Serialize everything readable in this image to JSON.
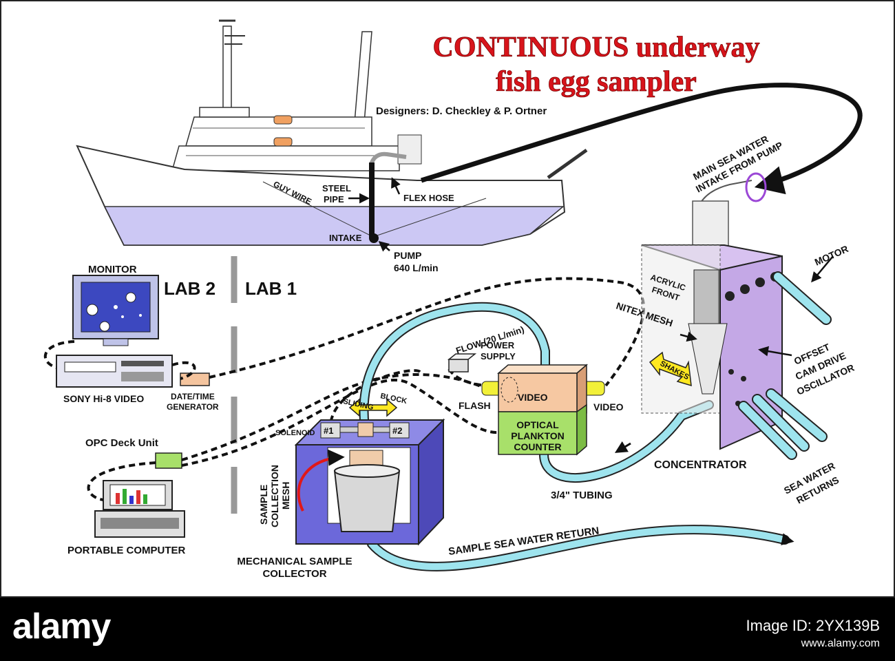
{
  "title": {
    "line1": "CONTINUOUS underway",
    "line2": "fish egg sampler",
    "designers": "Designers:  D. Checkley & P. Ortner"
  },
  "ship_labels": {
    "guy_wire": "GUY WIRE",
    "steel": "STEEL",
    "pipe": "PIPE",
    "flex_hose": "FLEX HOSE",
    "intake": "INTAKE",
    "pump": "PUMP",
    "pump_rate": "640 L/min"
  },
  "lab_labels": {
    "monitor": "MONITOR",
    "lab2": "LAB 2",
    "lab1": "LAB 1",
    "video_recorder": "SONY Hi-8 VIDEO",
    "date_time_1": "DATE/TIME",
    "date_time_2": "GENERATOR",
    "opc_deck_unit": "OPC Deck Unit",
    "portable_computer": "PORTABLE COMPUTER"
  },
  "collector_labels": {
    "sliding": "SLIDING",
    "block": "BLOCK",
    "solenoid": "SOLENOID",
    "s1": "#1",
    "s2": "#2",
    "mesh_1": "SAMPLE",
    "mesh_2": "COLLECTION",
    "mesh_3": "MESH",
    "collector_1": "MECHANICAL SAMPLE",
    "collector_2": "COLLECTOR"
  },
  "opc_labels": {
    "flow": "FLOW (20 L/min)",
    "power_1": "POWER",
    "power_2": "SUPPLY",
    "flash": "FLASH",
    "video_box": "VIDEO",
    "video_out": "VIDEO",
    "opc_1": "OPTICAL",
    "opc_2": "PLANKTON",
    "opc_3": "COUNTER",
    "tubing": "3/4\" TUBING",
    "sample_return": "SAMPLE SEA WATER RETURN"
  },
  "concentrator_labels": {
    "intake_1": "MAIN SEA WATER",
    "intake_2": "INTAKE FROM PUMP",
    "motor": "MOTOR",
    "acrylic_1": "ACRYLIC",
    "acrylic_2": "FRONT",
    "nitex": "NITEX MESH",
    "shakes": "SHAKES",
    "offset_1": "OFFSET",
    "offset_2": "CAM DRIVE",
    "offset_3": "OSCILLATOR",
    "concentrator": "CONCENTRATOR",
    "returns_1": "SEA WATER",
    "returns_2": "RETURNS"
  },
  "watermark": {
    "logo": "alamy",
    "id": "Image ID: 2YX139B",
    "url": "www.alamy.com"
  },
  "colors": {
    "title_red": "#d8141b",
    "tubing_cyan": "#9ee4ee",
    "hull_lavender": "#ccc8f4",
    "collector_blue": "#6c68da",
    "concentrator_violet": "#c4a8e6",
    "opc_green": "#a8e06a",
    "video_tan": "#f6c8a2",
    "watermark_black": "#000000"
  }
}
